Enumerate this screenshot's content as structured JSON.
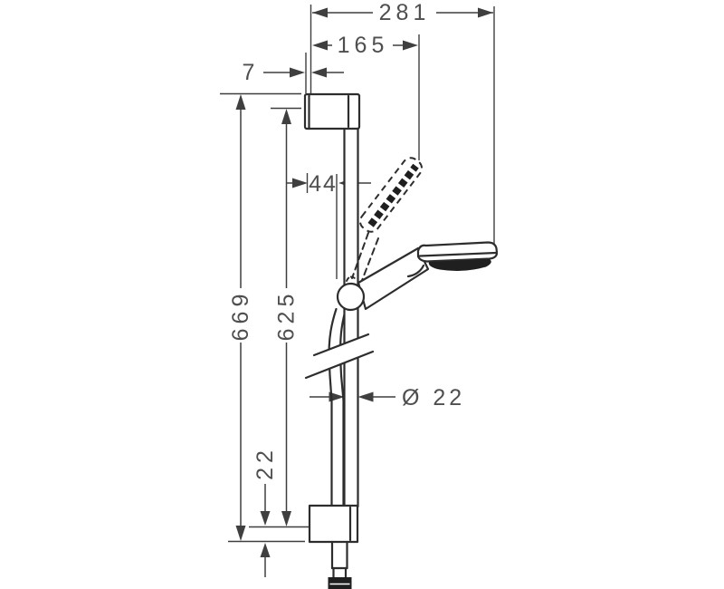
{
  "drawing": {
    "type": "technical-dimension-drawing",
    "dims": {
      "overall_width": "281",
      "handshower_reach": "165",
      "wall_clearance": "7",
      "rail_offset": "44",
      "overall_height": "669",
      "rail_height": "625",
      "rail_diameter": "Ø 22",
      "bottom_clearance": "22"
    },
    "colors": {
      "background": "#ffffff",
      "product_line": "#2d2d2d",
      "dimension_line": "#3f3f3f",
      "text": "#4f4f4f"
    }
  }
}
